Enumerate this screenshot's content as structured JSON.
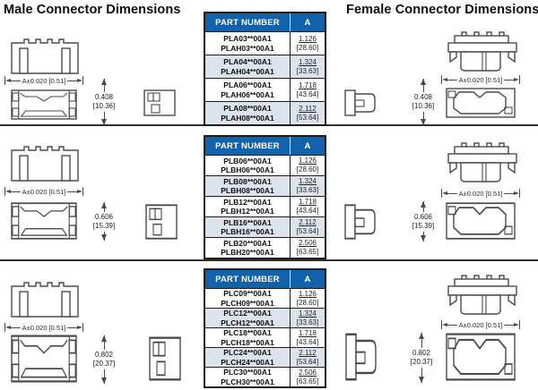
{
  "titles": {
    "male": "Male Connector Dimensions",
    "female": "Female Connector Dimensions"
  },
  "table_headers": {
    "part_number": "PART NUMBER",
    "a": "A"
  },
  "colors": {
    "header_bg": "#1261ab",
    "header_text": "#ffffff",
    "row_alt_bg": "#dde3ed",
    "table_border": "#1c1c1c",
    "drawing_line": "#4a4a4a"
  },
  "sections": [
    {
      "width_dim": "A±0.020 [0.51]",
      "height_in": "0.408",
      "height_mm": "[10.36]",
      "table": {
        "rows": [
          {
            "pn1": "PLA03**00A1",
            "pn2": "PLAH03**00A1",
            "a_in": "1.126",
            "a_mm": "[28.60]"
          },
          {
            "pn1": "PLA04**00A1",
            "pn2": "PLAH04**00A1",
            "a_in": "1.324",
            "a_mm": "[33.63]"
          },
          {
            "pn1": "PLA06**00A1",
            "pn2": "PLAH06**00A1",
            "a_in": "1.718",
            "a_mm": "[43.64]"
          },
          {
            "pn1": "PLA08**00A1",
            "pn2": "PLAH08**00A1",
            "a_in": "2.112",
            "a_mm": "[53.64]"
          }
        ]
      }
    },
    {
      "width_dim": "A±0.020 [0.51]",
      "height_in": "0.606",
      "height_mm": "[15.39]",
      "table": {
        "rows": [
          {
            "pn1": "PLB06**00A1",
            "pn2": "PLBH06**00A1",
            "a_in": "1.126",
            "a_mm": "[28.60]"
          },
          {
            "pn1": "PLB08**00A1",
            "pn2": "PLBH08**00A1",
            "a_in": "1.324",
            "a_mm": "[33.63]"
          },
          {
            "pn1": "PLB12**00A1",
            "pn2": "PLBH12**00A1",
            "a_in": "1.718",
            "a_mm": "[43.64]"
          },
          {
            "pn1": "PLB16**00A1",
            "pn2": "PLBH16**00A1",
            "a_in": "2.112",
            "a_mm": "[53.64]"
          },
          {
            "pn1": "PLB20**00A1",
            "pn2": "PLBH20**00A1",
            "a_in": "2.506",
            "a_mm": "[63.65]"
          }
        ]
      }
    },
    {
      "width_dim": "A±0.020 [0.51]",
      "height_in": "0.802",
      "height_mm": "[20.37]",
      "table": {
        "rows": [
          {
            "pn1": "PLC09**00A1",
            "pn2": "PLCH09**00A1",
            "a_in": "1.126",
            "a_mm": "[28.60]"
          },
          {
            "pn1": "PLC12**00A1",
            "pn2": "PLCH12**00A1",
            "a_in": "1.324",
            "a_mm": "[33.63]"
          },
          {
            "pn1": "PLC18**00A1",
            "pn2": "PLCH18**00A1",
            "a_in": "1.718",
            "a_mm": "[43.64]"
          },
          {
            "pn1": "PLC24**00A1",
            "pn2": "PLCH24**00A1",
            "a_in": "2.112",
            "a_mm": "[53.64]"
          },
          {
            "pn1": "PLC30**00A1",
            "pn2": "PLCH30**00A1",
            "a_in": "2.506",
            "a_mm": "[63.65]"
          }
        ]
      }
    }
  ]
}
